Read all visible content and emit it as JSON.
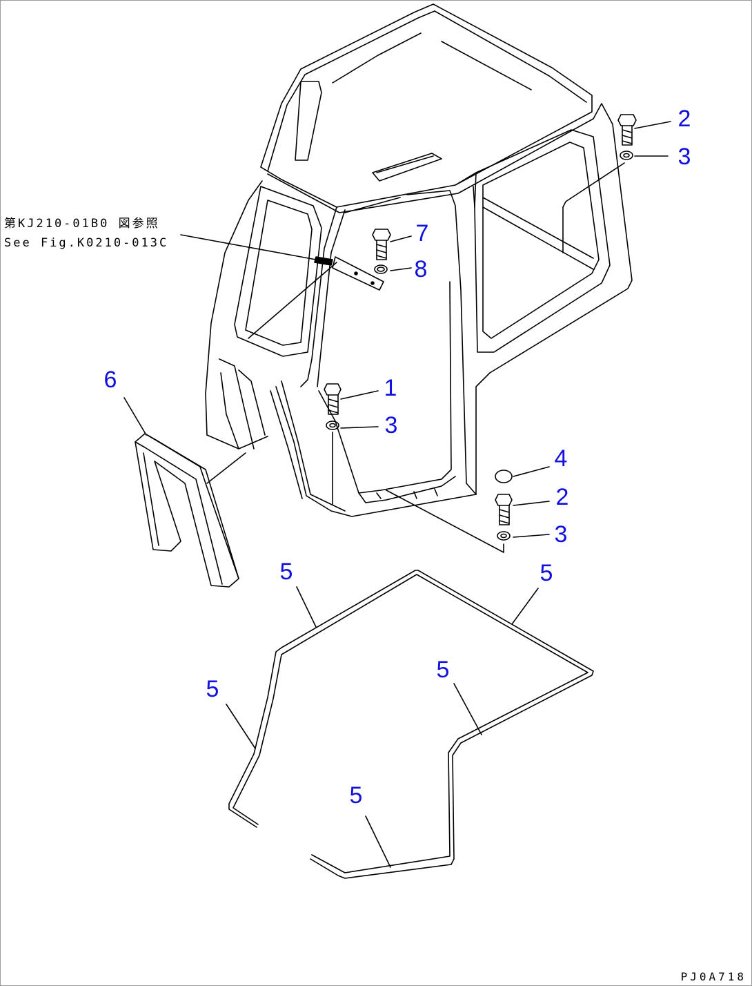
{
  "colors": {
    "line": "#000000",
    "callout": "#1010e0",
    "background": "#ffffff"
  },
  "reference_note": {
    "japanese": "第KJ210-01B0 図参照",
    "english": "See Fig.K0210-013C"
  },
  "part_labels": {
    "p1": "1",
    "p2a": "2",
    "p2b": "2",
    "p3a": "3",
    "p3b": "3",
    "p3c": "3",
    "p4": "4",
    "p5a": "5",
    "p5b": "5",
    "p5c": "5",
    "p5d": "5",
    "p5e": "5",
    "p6": "6",
    "p7": "7",
    "p8": "8"
  },
  "drawing_code": "PJ0A718"
}
